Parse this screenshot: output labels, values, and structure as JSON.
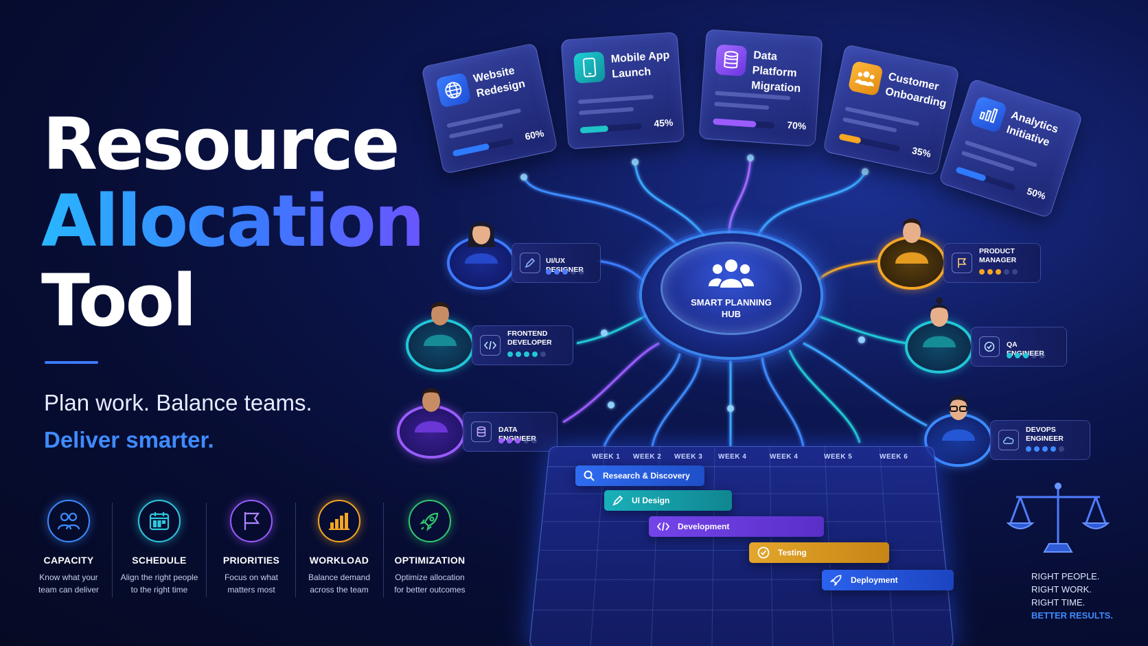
{
  "title": {
    "line1": "Resource",
    "line2": "Allocation",
    "line3": "Tool"
  },
  "tagline": {
    "line1": "Plan work. Balance teams.",
    "line2": "Deliver smarter."
  },
  "features": [
    {
      "icon": "team-icon",
      "title": "CAPACITY",
      "desc1": "Know what your",
      "desc2": "team can deliver",
      "color": "#3d8bff"
    },
    {
      "icon": "calendar-icon",
      "title": "SCHEDULE",
      "desc1": "Align the right people",
      "desc2": "to the right time",
      "color": "#2fc9e0"
    },
    {
      "icon": "flag-icon",
      "title": "PRIORITIES",
      "desc1": "Focus on what",
      "desc2": "matters most",
      "color": "#9a5cff"
    },
    {
      "icon": "bar-chart-icon",
      "title": "WORKLOAD",
      "desc1": "Balance demand",
      "desc2": "across the team",
      "color": "#f5a623"
    },
    {
      "icon": "rocket-icon",
      "title": "OPTIMIZATION",
      "desc1": "Optimize allocation",
      "desc2": "for better outcomes",
      "color": "#33c770"
    }
  ],
  "projects": [
    {
      "icon": "globe-icon",
      "name1": "Website",
      "name2": "Redesign",
      "percent": "60%",
      "progress": 0.6,
      "color": "#2f7bff"
    },
    {
      "icon": "mobile-icon",
      "name1": "Mobile App",
      "name2": "Launch",
      "percent": "45%",
      "progress": 0.45,
      "color": "#1fc4c9"
    },
    {
      "icon": "database-icon",
      "name1": "Data Platform",
      "name2": "Migration",
      "percent": "70%",
      "progress": 0.7,
      "color": "#9a5cff"
    },
    {
      "icon": "people-icon",
      "name1": "Customer",
      "name2": "Onboarding",
      "percent": "35%",
      "progress": 0.35,
      "color": "#f5a623"
    },
    {
      "icon": "analytics-icon",
      "name1": "Analytics",
      "name2": "Initiative",
      "percent": "50%",
      "progress": 0.5,
      "color": "#2f7bff"
    }
  ],
  "hub": {
    "line1": "SMART PLANNING",
    "line2": "HUB"
  },
  "roles": [
    {
      "name1": "UI/UX DESIGNER",
      "name2": "",
      "icon": "pen-icon",
      "filled": 3,
      "color": "#4d7bff"
    },
    {
      "name1": "FRONTEND",
      "name2": "DEVELOPER",
      "icon": "code-icon",
      "filled": 4,
      "color": "#22c6d6"
    },
    {
      "name1": "DATA ENGINEER",
      "name2": "",
      "icon": "database-icon",
      "filled": 3,
      "color": "#9a5cff"
    },
    {
      "name1": "PRODUCT",
      "name2": "MANAGER",
      "icon": "flag-icon",
      "filled": 3,
      "color": "#f5a623"
    },
    {
      "name1": "QA ENGINEER",
      "name2": "",
      "icon": "check-icon",
      "filled": 3,
      "color": "#22c6d6"
    },
    {
      "name1": "DEVOPS",
      "name2": "ENGINEER",
      "icon": "cloud-icon",
      "filled": 4,
      "color": "#3d8bff"
    }
  ],
  "gantt": {
    "weeks": [
      "WEEK 1",
      "WEEK 2",
      "WEEK 3",
      "WEEK 4",
      "WEEK 4",
      "WEEK 5",
      "WEEK 6"
    ],
    "tasks": [
      {
        "icon": "search-icon",
        "label": "Research & Discovery",
        "color": "#2f6cf0"
      },
      {
        "icon": "pen-icon",
        "label": "UI Design",
        "color": "#16a2ad"
      },
      {
        "icon": "code-icon",
        "label": "Development",
        "color": "#6b3fe0"
      },
      {
        "icon": "check-icon",
        "label": "Testing",
        "color": "#d99a22"
      },
      {
        "icon": "rocket-icon",
        "label": "Deployment",
        "color": "#2458e0"
      }
    ]
  },
  "slogan": {
    "line1": "RIGHT PEOPLE.",
    "line2": "RIGHT WORK.",
    "line3": "RIGHT TIME.",
    "line4": "BETTER RESULTS."
  }
}
